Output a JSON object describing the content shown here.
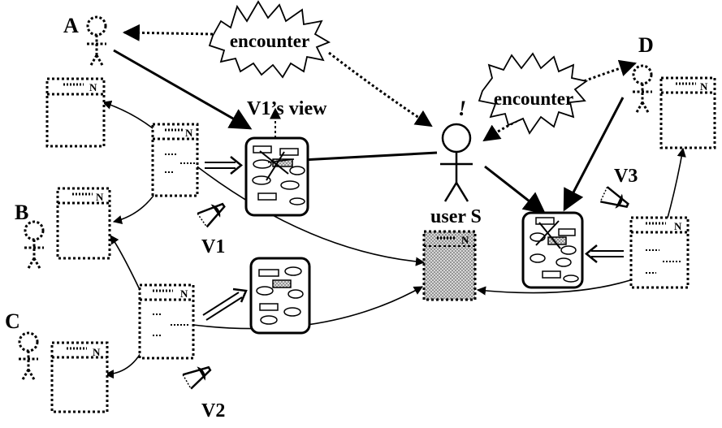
{
  "labels": {
    "person_a": "A",
    "person_b": "B",
    "person_c": "C",
    "person_d": "D",
    "user": "user S",
    "exclaim": "!",
    "view_caption": "V1’s view",
    "viewer_1": "V1",
    "viewer_2": "V2",
    "viewer_3": "V3",
    "encounter_1": "encounter",
    "encounter_2": "encounter",
    "window_tag": "N"
  },
  "icons": [
    "person-icon",
    "window-icon",
    "eye-icon",
    "cloud-icon",
    "view-panel-icon"
  ]
}
